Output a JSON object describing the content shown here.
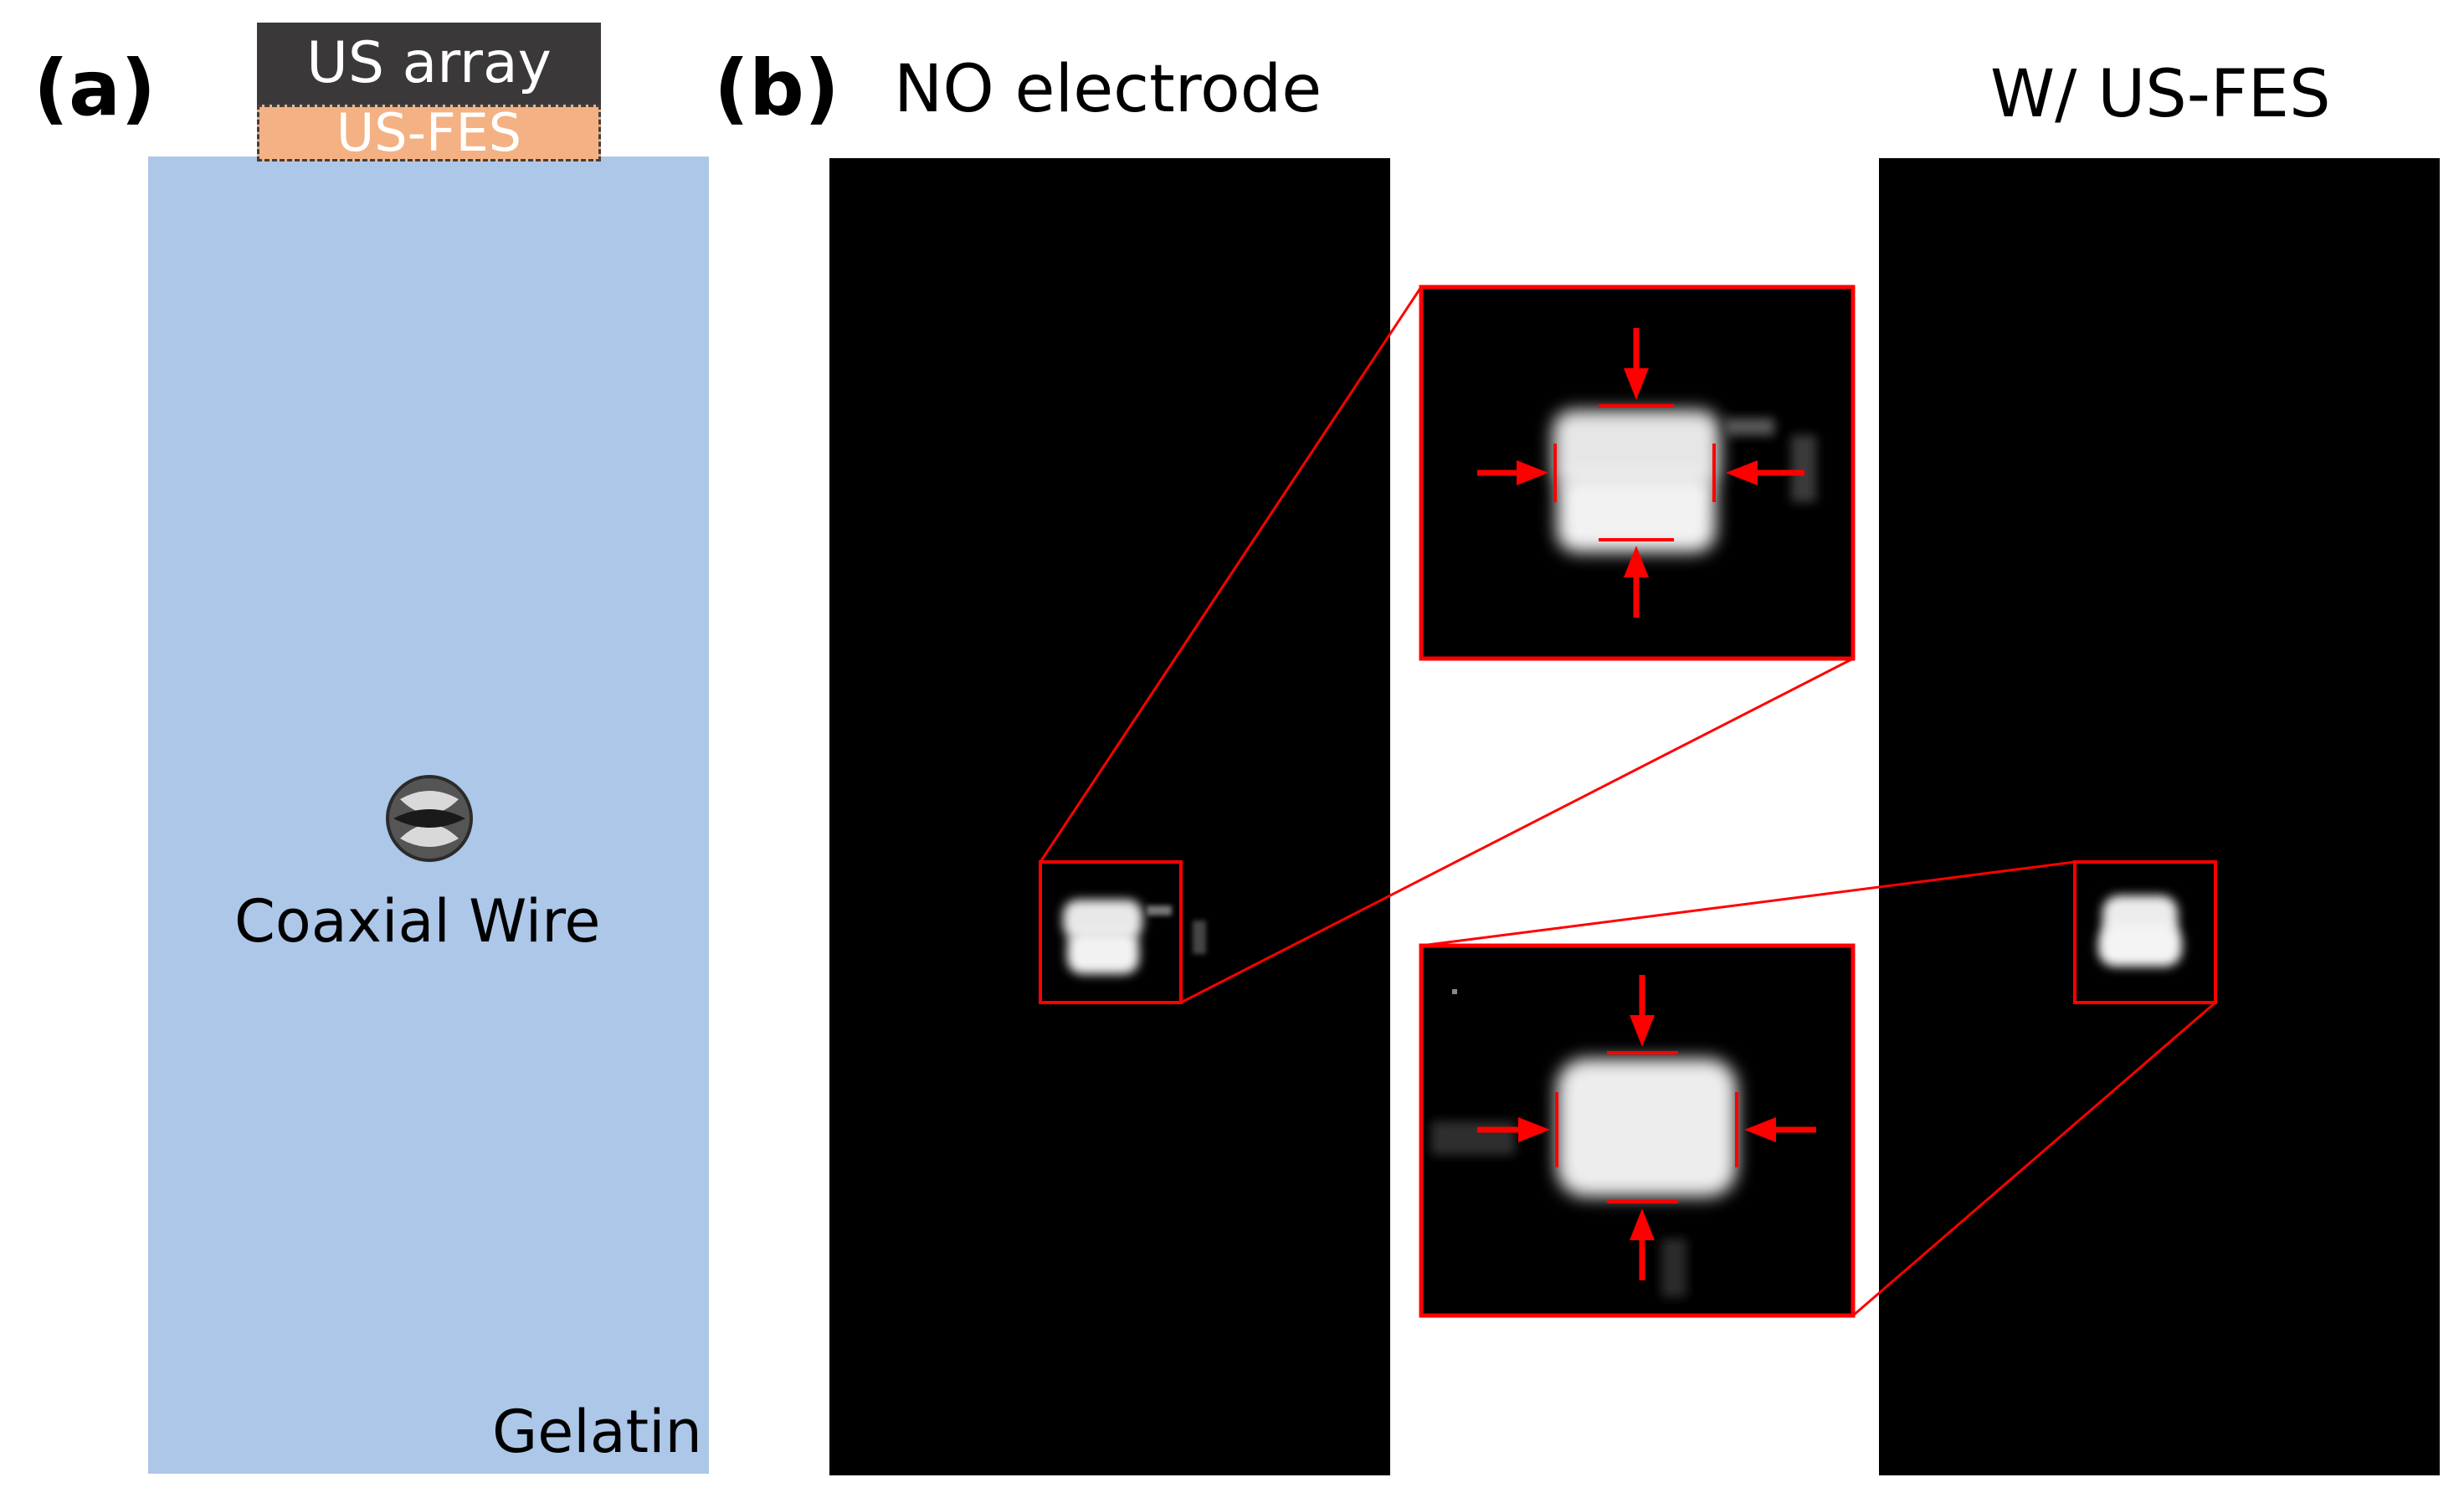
{
  "panel_a": {
    "tag": "(a)",
    "transducer_label": "US array",
    "fes_label": "US-FES",
    "target_label": "Coaxial Wire",
    "medium_label": "Gelatin",
    "colors": {
      "gelatin": "#adc7e8",
      "us_array": "#3a3838",
      "us_fes": "#f4b183"
    },
    "icons": [
      "coaxial-wire-cross-section-icon"
    ]
  },
  "panel_b": {
    "tag": "(b)",
    "left_title": "NO electrode",
    "right_title": "W/ US-FES",
    "accent_color": "#ff0000",
    "icons": [
      "arrow-down-icon",
      "arrow-up-icon",
      "arrow-left-icon",
      "arrow-right-icon"
    ]
  }
}
